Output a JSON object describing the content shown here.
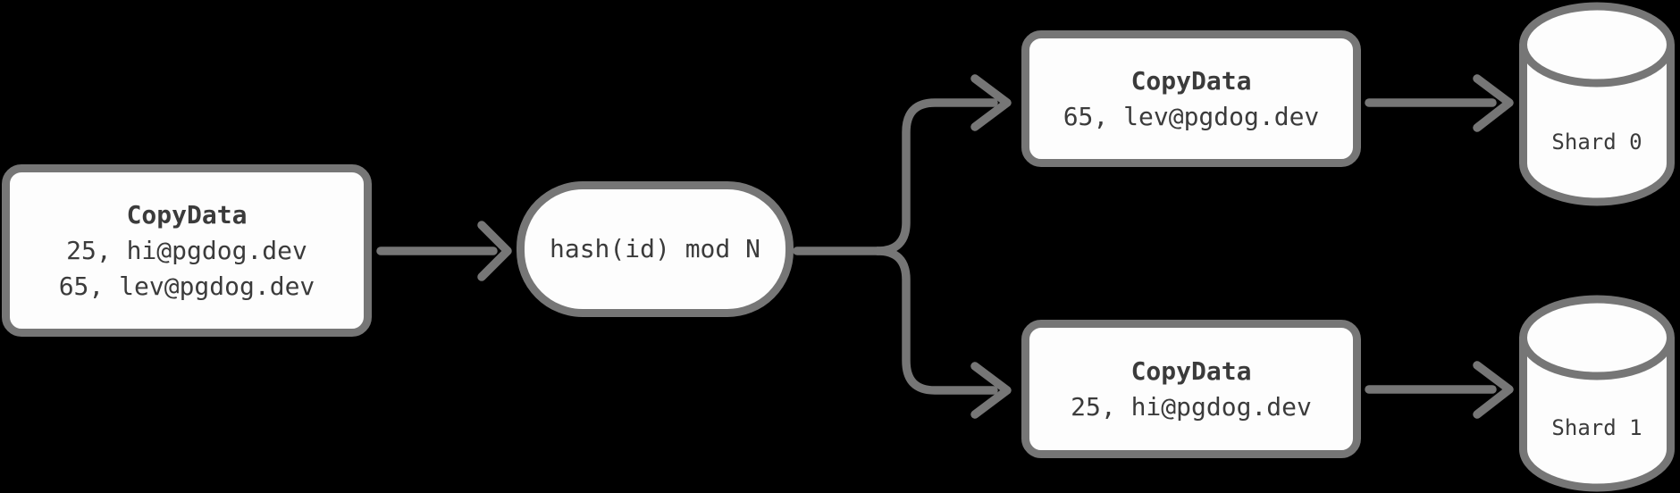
{
  "diagram": {
    "title": "sharded-copydata-flow",
    "colors": {
      "background": "#000000",
      "stroke": "#767676",
      "node_fill": "#fdfdfd",
      "text": "#3b3b3b"
    },
    "source": {
      "title": "CopyData",
      "row1": "25, hi@pgdog.dev",
      "row2": "65, lev@pgdog.dev"
    },
    "hash": {
      "label": "hash(id) mod N"
    },
    "shard0": {
      "title": "CopyData",
      "row1": "65, lev@pgdog.dev",
      "db_label": "Shard 0"
    },
    "shard1": {
      "title": "CopyData",
      "row1": "25, hi@pgdog.dev",
      "db_label": "Shard 1"
    }
  }
}
